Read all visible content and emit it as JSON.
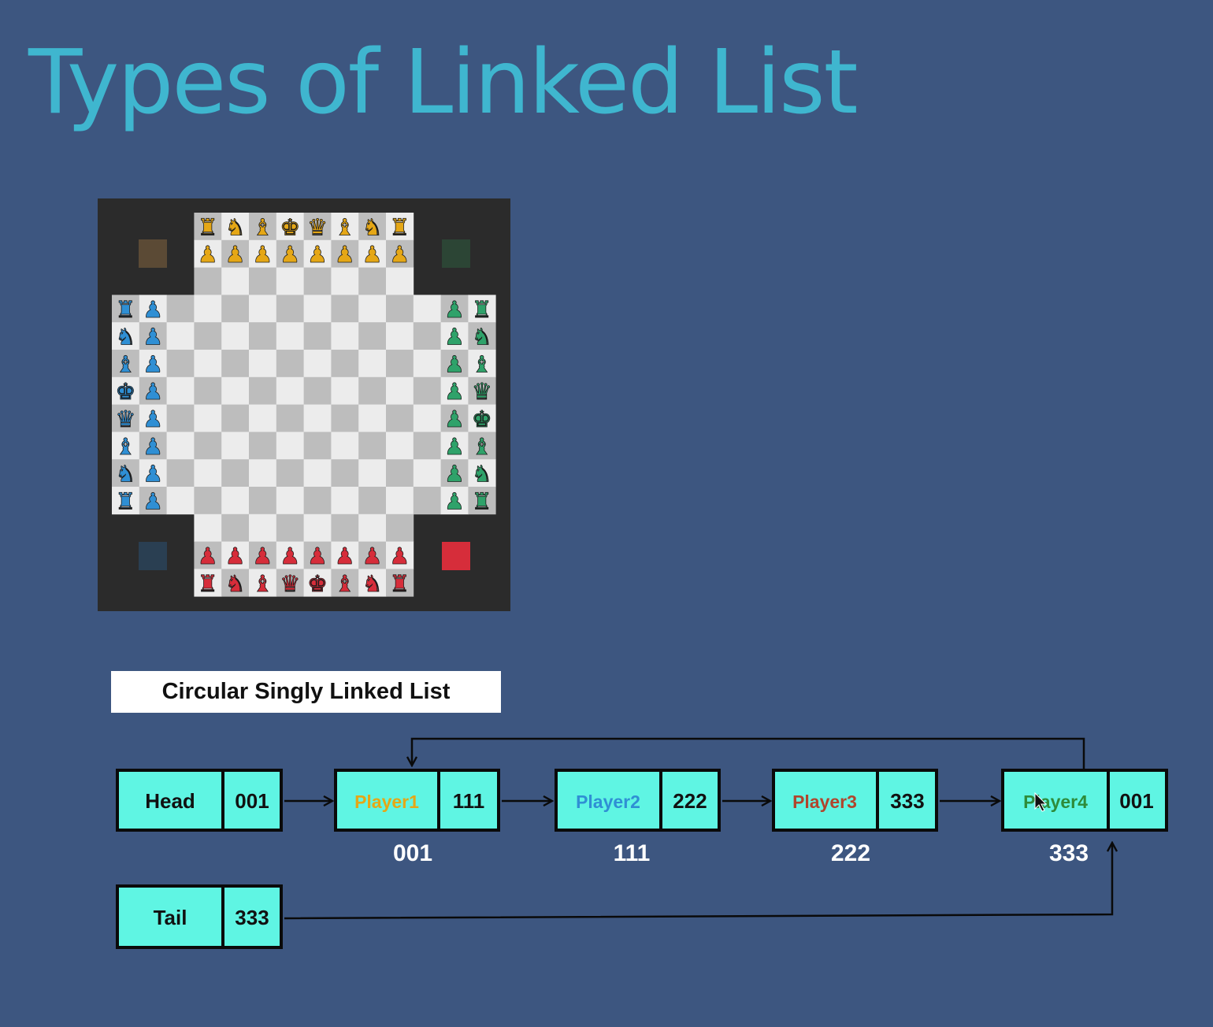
{
  "title": "Types of Linked List",
  "chess": {
    "piece_colors": {
      "top": "#e5a716",
      "left": "#2f8fd4",
      "right": "#2fa26a",
      "bottom": "#d62d3a"
    },
    "corner_colors": {
      "top_left": "#5b4a35",
      "top_right": "#2c4535",
      "bottom_left": "#2a3f52",
      "bottom_right": "#d62d3a"
    },
    "top_back": [
      "♜",
      "♞",
      "♝",
      "♚",
      "♛",
      "♝",
      "♞",
      "♜"
    ],
    "bottom_back": [
      "♜",
      "♞",
      "♝",
      "♛",
      "♚",
      "♝",
      "♞",
      "♜"
    ],
    "left_back": [
      "♜",
      "♞",
      "♝",
      "♚",
      "♛",
      "♝",
      "♞",
      "♜"
    ],
    "right_back": [
      "♜",
      "♞",
      "♝",
      "♛",
      "♚",
      "♝",
      "♞",
      "♜"
    ],
    "pawn": "♟"
  },
  "diagram": {
    "label": "Circular Singly Linked List",
    "head": {
      "name": "Head",
      "pointer": "001"
    },
    "tail": {
      "name": "Tail",
      "pointer": "333"
    },
    "nodes": [
      {
        "name": "Player1",
        "next": "111",
        "address": "001",
        "color": "#e5a716"
      },
      {
        "name": "Player2",
        "next": "222",
        "address": "111",
        "color": "#2f8fd4"
      },
      {
        "name": "Player3",
        "next": "333",
        "address": "222",
        "color": "#b0452d"
      },
      {
        "name": "Player4",
        "next": "001",
        "address": "333",
        "color": "#2e8b3a"
      }
    ],
    "node_fill": "#5ff5e3"
  }
}
